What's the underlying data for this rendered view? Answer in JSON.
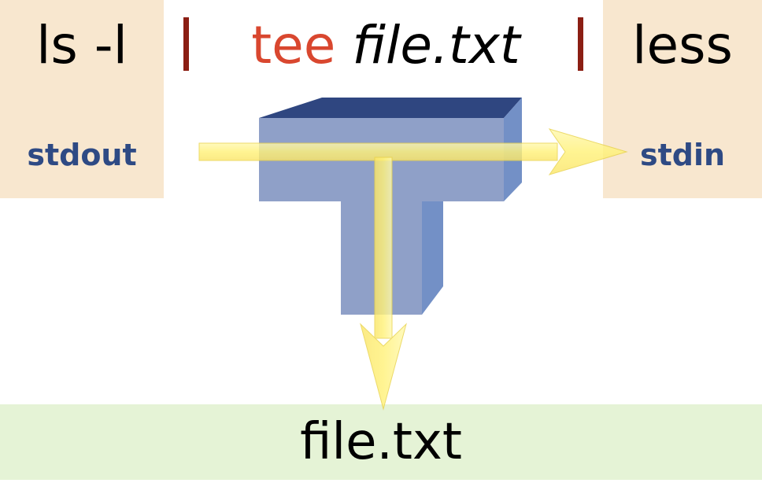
{
  "commands": {
    "left": "ls -l",
    "middle_name": "tee",
    "middle_arg": "file.txt",
    "right": "less"
  },
  "pipe_symbol": "|",
  "streams": {
    "left": "stdout",
    "right": "stdin"
  },
  "output_file": "file.txt",
  "colors": {
    "command_panel": "#f8e7cf",
    "file_panel": "#e5f3d6",
    "tee_name": "#d9472f",
    "pipe": "#8b1e13",
    "stream_label": "#2e4a84",
    "tee_front": "#8fa0c8",
    "tee_top": "#2f4680",
    "tee_side": "#7390c6",
    "flow_arrow": "#fff27a"
  }
}
